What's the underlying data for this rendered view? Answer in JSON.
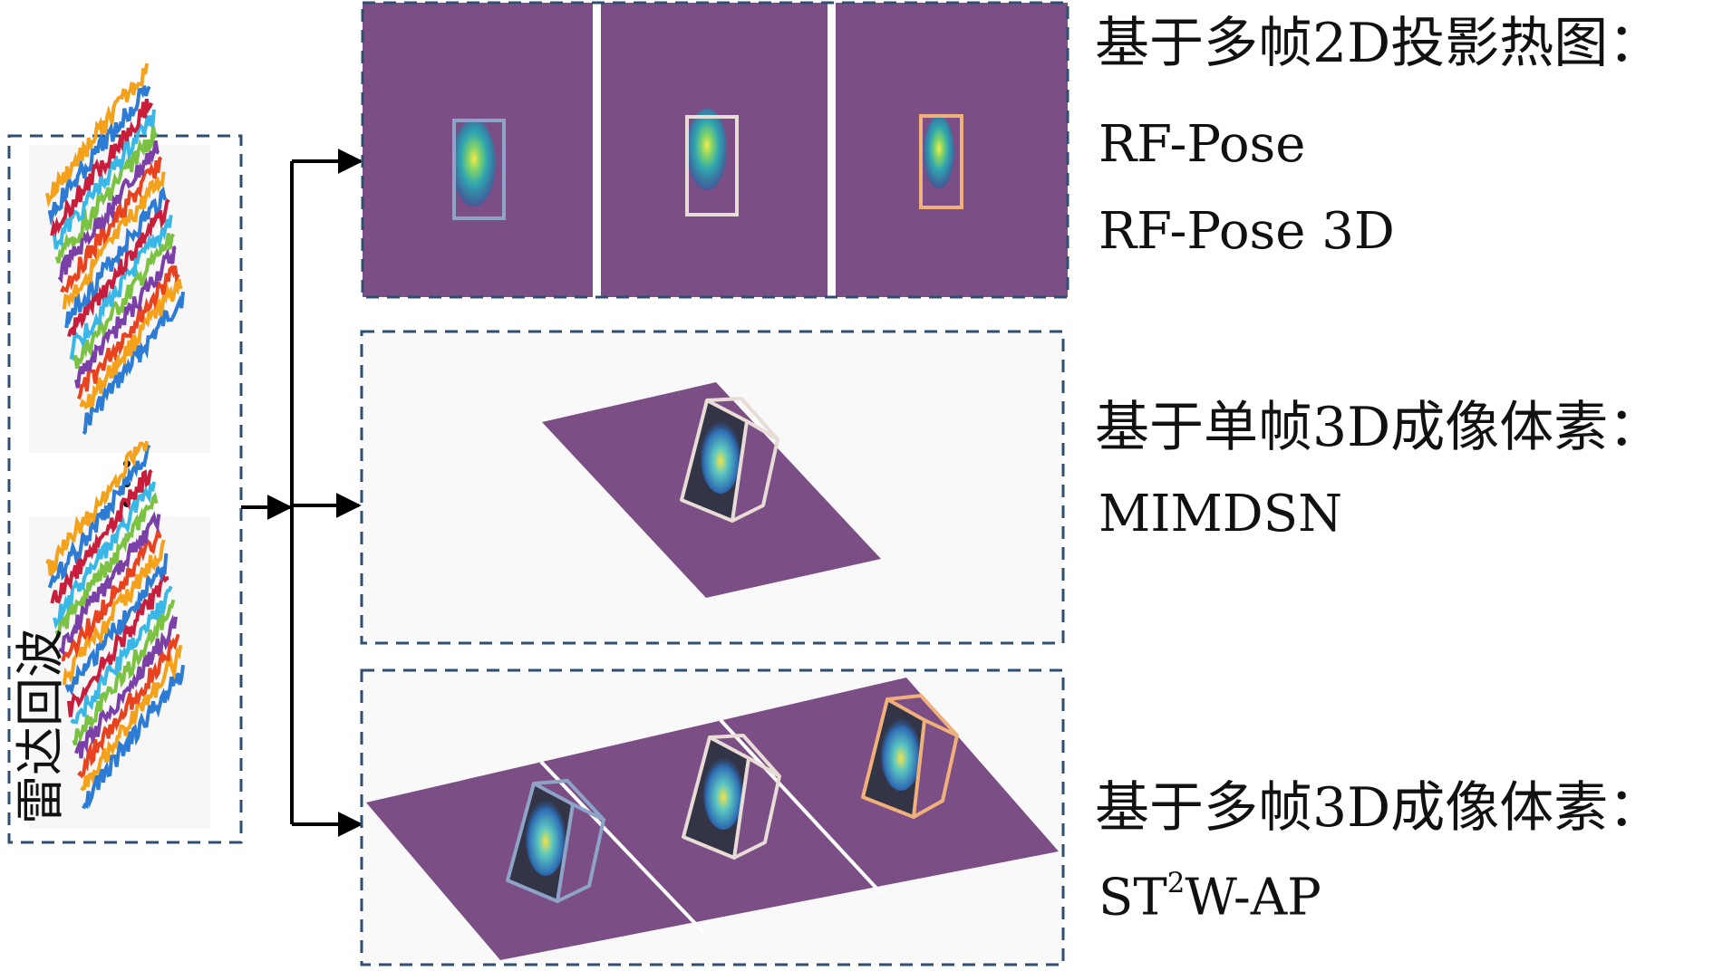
{
  "left_panel": {
    "label": "雷达回波"
  },
  "methods": [
    {
      "heading": "基于多帧2D投影热图：",
      "items": [
        "RF-Pose",
        "RF-Pose 3D"
      ]
    },
    {
      "heading": "基于单帧3D成像体素：",
      "items": [
        "MIMDSN"
      ]
    },
    {
      "heading": "基于多帧3D成像体素：",
      "item_base": "ST",
      "item_sup": "2",
      "item_tail": "W-AP"
    }
  ],
  "colors": {
    "purple": "#7b4f86",
    "frame_dash": "#2f4f72",
    "box_blue": "#8ea3c8",
    "box_white": "#e8dcd6",
    "box_orange": "#f0b07a"
  }
}
